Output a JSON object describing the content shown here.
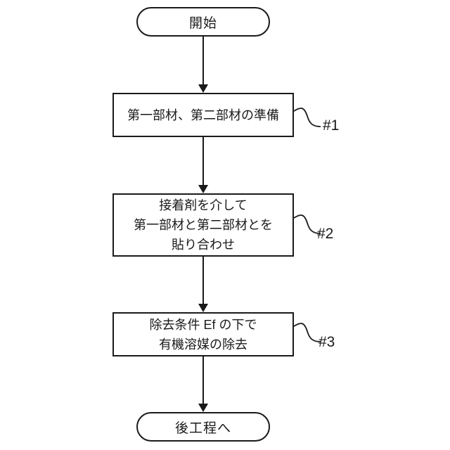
{
  "colors": {
    "background": "#ffffff",
    "line": "#1a1a1a",
    "text": "#1a1a1a"
  },
  "flowchart": {
    "start_label": "開始",
    "end_label": "後工程へ",
    "steps": [
      {
        "ref": "#1",
        "lines": [
          "第一部材、第二部材の準備"
        ]
      },
      {
        "ref": "#2",
        "lines": [
          "接着剤を介して",
          "第一部材と第二部材とを",
          "貼り合わせ"
        ]
      },
      {
        "ref": "#3",
        "lines": [
          "除去条件 Ef の下で",
          "有機溶媒の除去"
        ]
      }
    ]
  }
}
